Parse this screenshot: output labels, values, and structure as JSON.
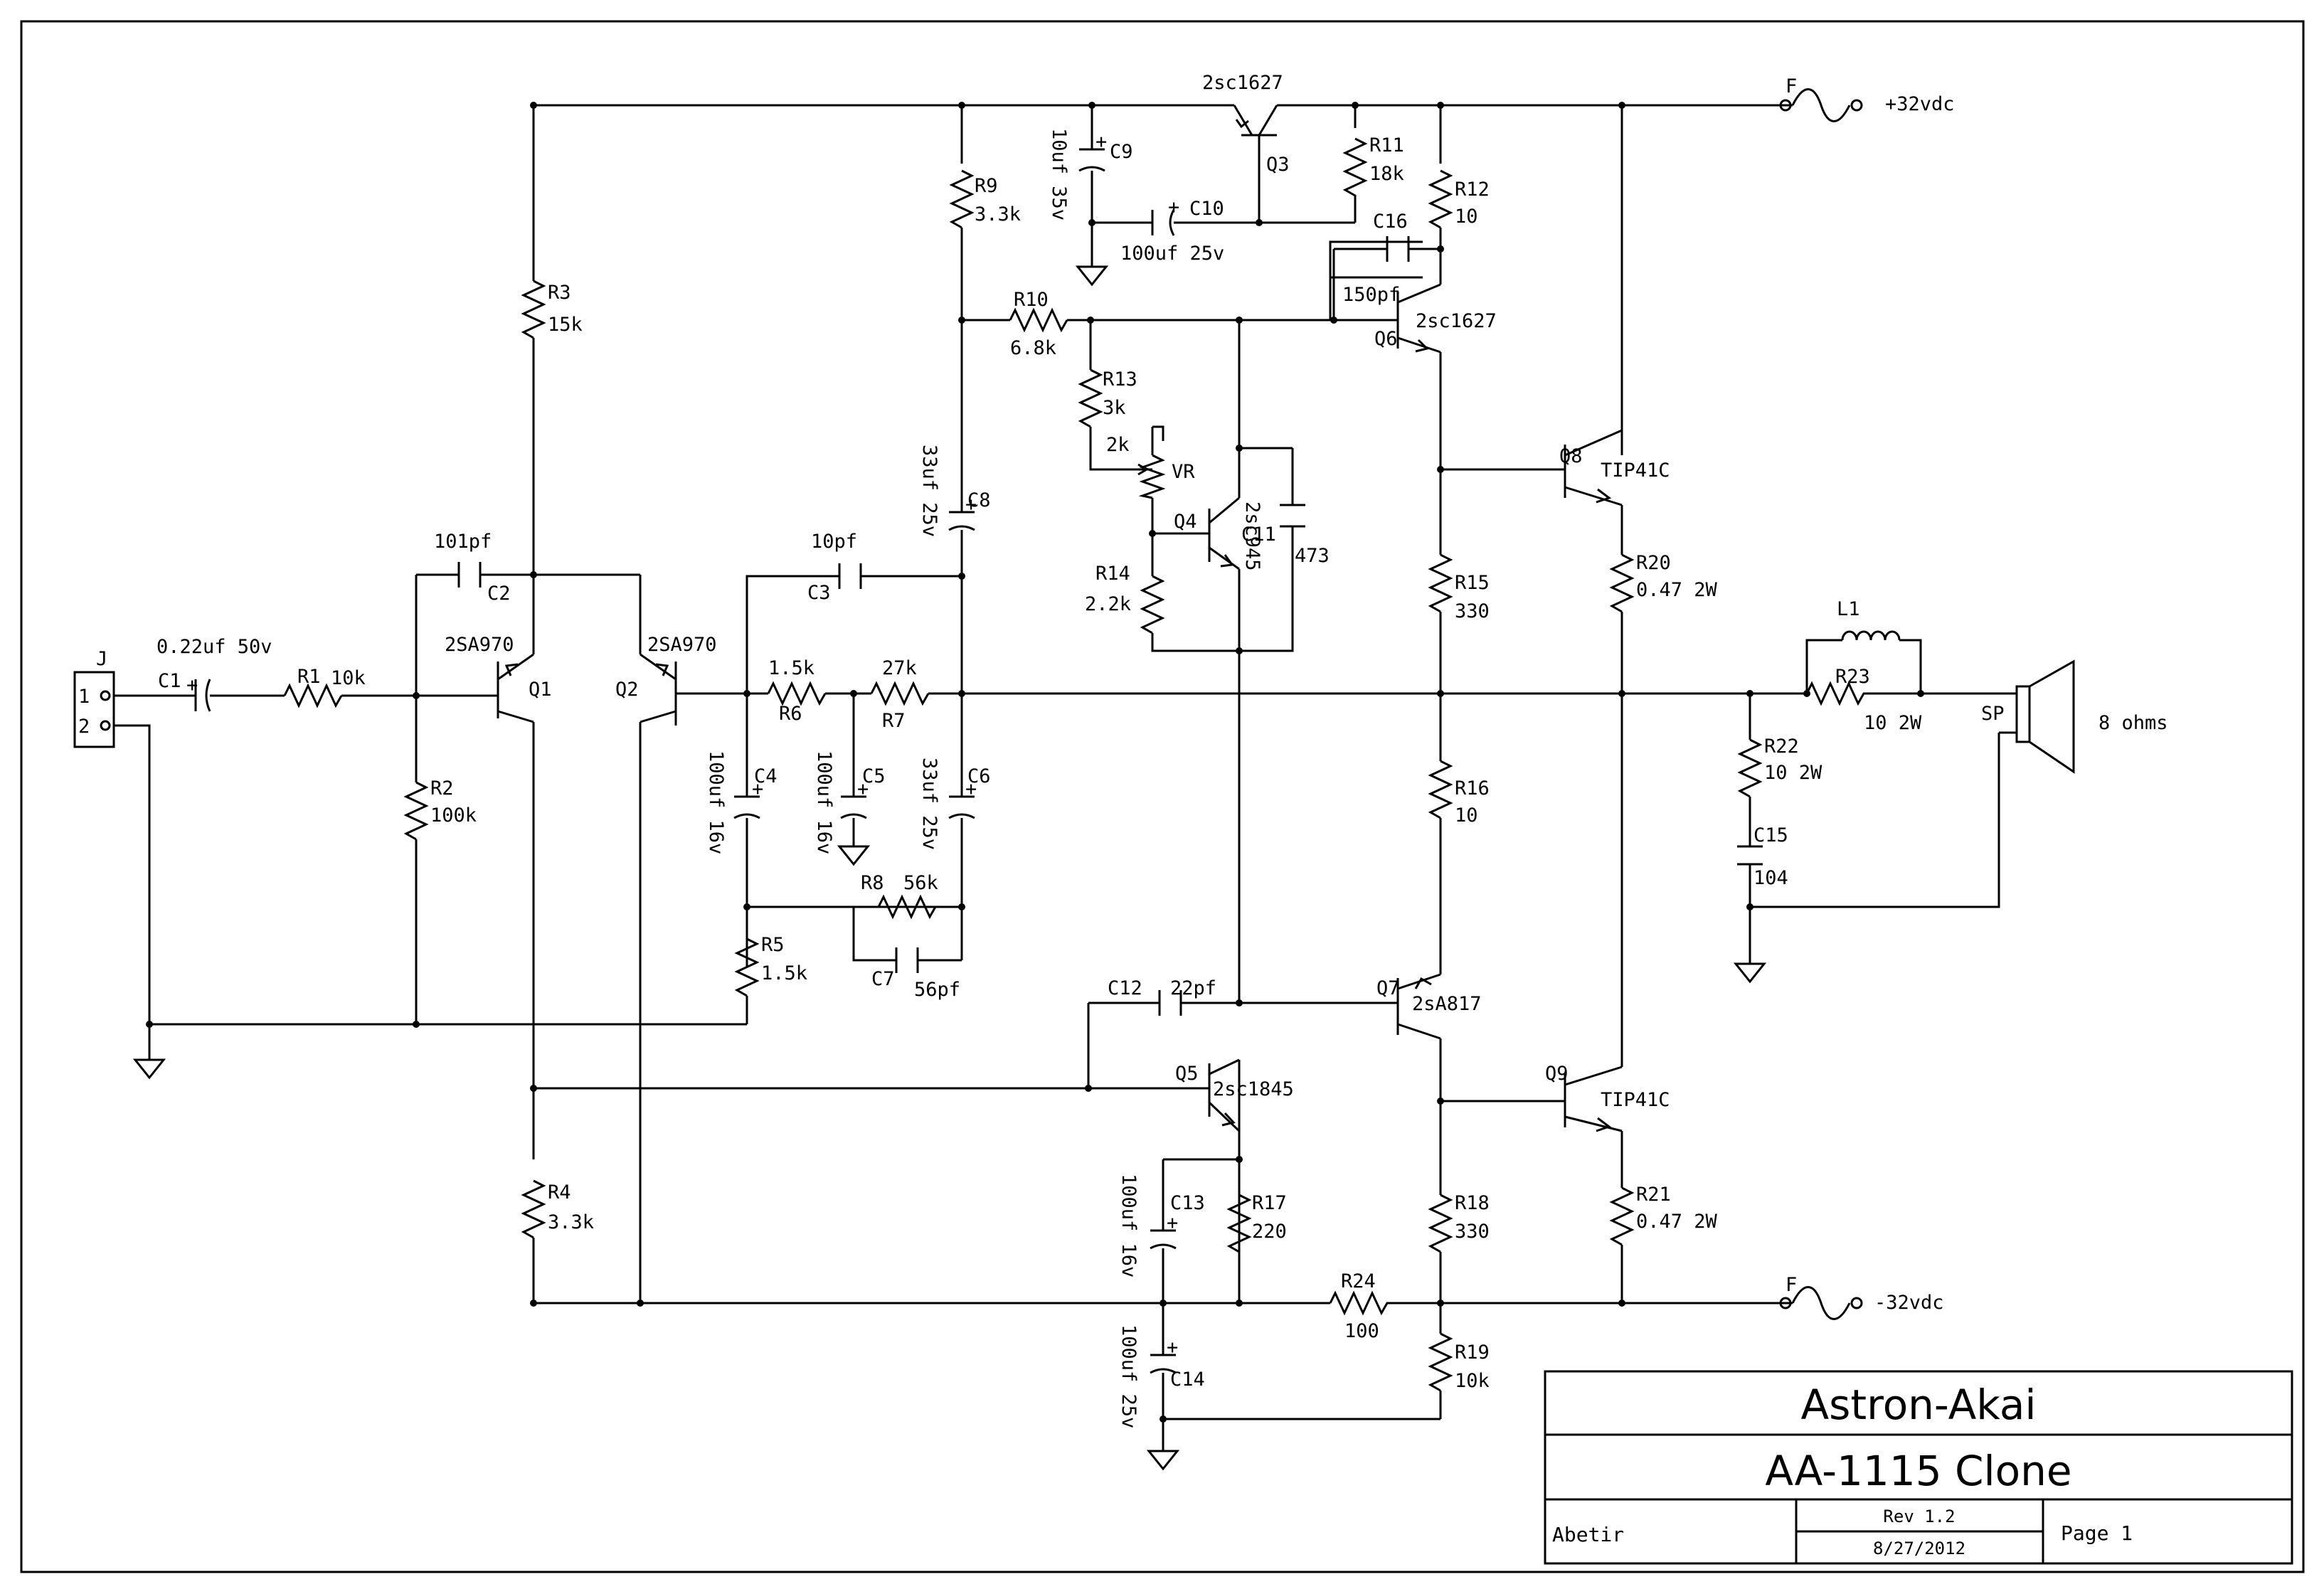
{
  "schematic": {
    "connector": {
      "ref": "J",
      "pin1": "1",
      "pin2": "2"
    },
    "rails": {
      "positive": "+32vdc",
      "negative": "-32vdc",
      "fuse_label": "F"
    },
    "speaker": {
      "ref": "SP",
      "impedance": "8 ohms"
    },
    "inductor": {
      "ref": "L1"
    },
    "potentiometer": {
      "ref": "VR",
      "value": "2k"
    },
    "resistors": [
      {
        "ref": "R1",
        "value": "10k"
      },
      {
        "ref": "R2",
        "value": "100k"
      },
      {
        "ref": "R3",
        "value": "15k"
      },
      {
        "ref": "R4",
        "value": "3.3k"
      },
      {
        "ref": "R5",
        "value": "1.5k"
      },
      {
        "ref": "R6",
        "value": "1.5k"
      },
      {
        "ref": "R7",
        "value": "27k"
      },
      {
        "ref": "R8",
        "value": "56k"
      },
      {
        "ref": "R9",
        "value": "3.3k"
      },
      {
        "ref": "R10",
        "value": "6.8k"
      },
      {
        "ref": "R11",
        "value": "18k"
      },
      {
        "ref": "R12",
        "value": "10"
      },
      {
        "ref": "R13",
        "value": "3k"
      },
      {
        "ref": "R14",
        "value": "2.2k"
      },
      {
        "ref": "R15",
        "value": "330"
      },
      {
        "ref": "R16",
        "value": "10"
      },
      {
        "ref": "R17",
        "value": "220"
      },
      {
        "ref": "R18",
        "value": "330"
      },
      {
        "ref": "R19",
        "value": "10k"
      },
      {
        "ref": "R20",
        "value": "0.47 2W"
      },
      {
        "ref": "R21",
        "value": "0.47 2W"
      },
      {
        "ref": "R22",
        "value": "10 2W"
      },
      {
        "ref": "R23",
        "value": "10 2W"
      },
      {
        "ref": "R24",
        "value": "100"
      }
    ],
    "capacitors": [
      {
        "ref": "C1",
        "value": "0.22uf 50v"
      },
      {
        "ref": "C2",
        "value": "101pf"
      },
      {
        "ref": "C3",
        "value": "10pf"
      },
      {
        "ref": "C4",
        "value": "100uf 16v"
      },
      {
        "ref": "C5",
        "value": "100uf 16v"
      },
      {
        "ref": "C6",
        "value": "33uf 25v"
      },
      {
        "ref": "C7",
        "value": "56pf"
      },
      {
        "ref": "C8",
        "value": "33uf 25v"
      },
      {
        "ref": "C9",
        "value": "10uf 35v"
      },
      {
        "ref": "C10",
        "value": "100uf 25v"
      },
      {
        "ref": "C11",
        "value": "473"
      },
      {
        "ref": "C12",
        "value": "22pf"
      },
      {
        "ref": "C13",
        "value": "100uf 16v"
      },
      {
        "ref": "C14",
        "value": "100uf 25v"
      },
      {
        "ref": "C15",
        "value": "104"
      },
      {
        "ref": "C16",
        "value": "150pf"
      }
    ],
    "transistors": [
      {
        "ref": "Q1",
        "part": "2SA970"
      },
      {
        "ref": "Q2",
        "part": "2SA970"
      },
      {
        "ref": "Q3",
        "part": "2sc1627"
      },
      {
        "ref": "Q4",
        "part": "2sc945"
      },
      {
        "ref": "Q5",
        "part": "2sc1845"
      },
      {
        "ref": "Q6",
        "part": "2sc1627"
      },
      {
        "ref": "Q7",
        "part": "2sA817"
      },
      {
        "ref": "Q8",
        "part": "TIP41C"
      },
      {
        "ref": "Q9",
        "part": "TIP41C"
      }
    ]
  },
  "title_block": {
    "company": "Astron-Akai",
    "title": "AA-1115 Clone",
    "author": "Abetir",
    "revision": "Rev 1.2",
    "date": "8/27/2012",
    "page": "Page 1"
  }
}
